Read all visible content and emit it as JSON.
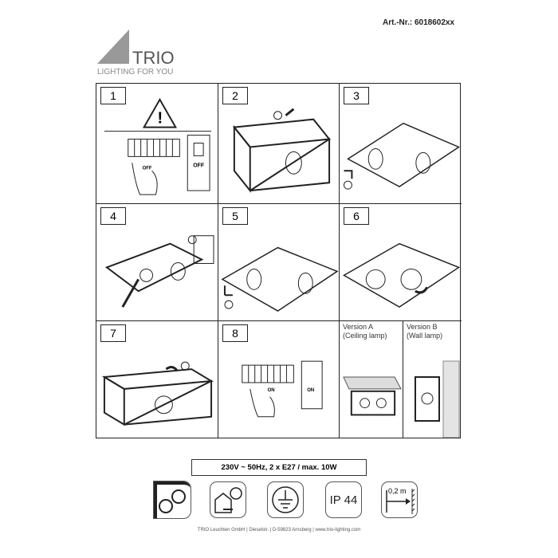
{
  "header": {
    "article_number": "Art.-Nr.: 6018602xx",
    "logo_name": "TRIO",
    "logo_tagline": "LIGHTING FOR YOU"
  },
  "steps": [
    {
      "number": "1",
      "label_off": "OFF"
    },
    {
      "number": "2"
    },
    {
      "number": "3"
    },
    {
      "number": "4"
    },
    {
      "number": "5"
    },
    {
      "number": "6"
    },
    {
      "number": "7"
    },
    {
      "number": "8",
      "label_on": "ON"
    }
  ],
  "versions": {
    "a_title": "Version A",
    "a_sub": "(Ceiling lamp)",
    "b_title": "Version B",
    "b_sub": "(Wall lamp)"
  },
  "spec": "230V ~ 50Hz, 2 x E27 / max. 10W",
  "icons": [
    {
      "name": "ceiling-wall-mount-icon"
    },
    {
      "name": "indoor-use-icon"
    },
    {
      "name": "protective-earth-icon"
    },
    {
      "name": "ip-rating-icon",
      "text": "IP 44"
    },
    {
      "name": "min-distance-icon",
      "text": "0,2 m"
    }
  ],
  "footer": "TRIO Leuchten GmbH | Dieselstr. | D-59823 Arnsberg | www.trio-lighting.com"
}
